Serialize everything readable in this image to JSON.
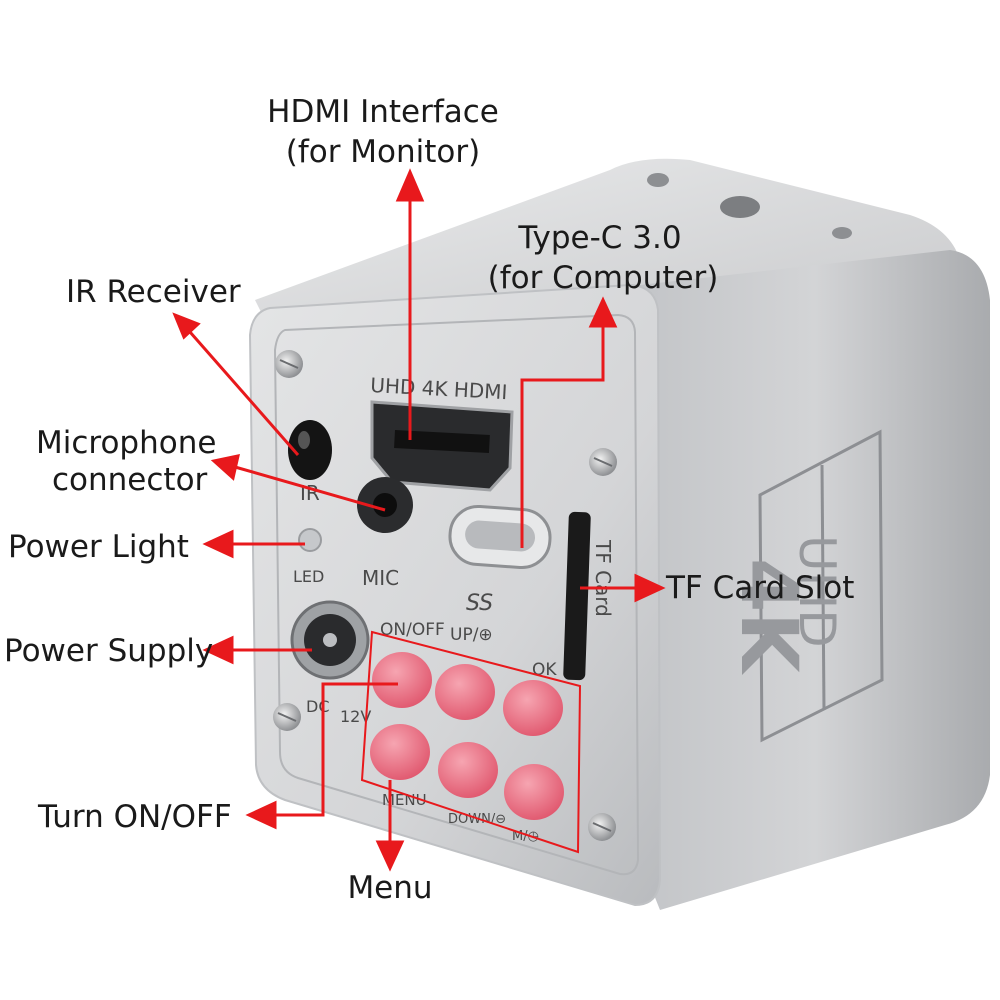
{
  "callouts": {
    "hdmi_line1": "HDMI Interface",
    "hdmi_line2": "(for Monitor)",
    "typec_line1": "Type-C 3.0",
    "typec_line2": "(for Computer)",
    "ir": "IR Receiver",
    "mic_line1": "Microphone",
    "mic_line2": "connector",
    "power_light": "Power Light",
    "power_supply": "Power Supply",
    "tf_card": "TF Card Slot",
    "turn_onoff": "Turn ON/OFF",
    "menu": "Menu"
  },
  "device_labels": {
    "uhd4khdmi": "UHD 4K HDMI",
    "ir": "IR",
    "mic": "MIC",
    "led": "LED",
    "ss": "SS",
    "tf_card": "TF Card",
    "dc": "DC",
    "volts": "12V",
    "on_off": "ON/OFF",
    "up": "UP/⊕",
    "ok": "OK",
    "menu": "MENU",
    "down": "DOWN/⊖",
    "m": "M/◷",
    "side_4k": "4K",
    "side_uhd": "UHD"
  },
  "colors": {
    "arrow": "#e8191c",
    "body_light": "#d9dadb",
    "body_dark": "#a8aaad",
    "button": "#ef7b8c"
  }
}
